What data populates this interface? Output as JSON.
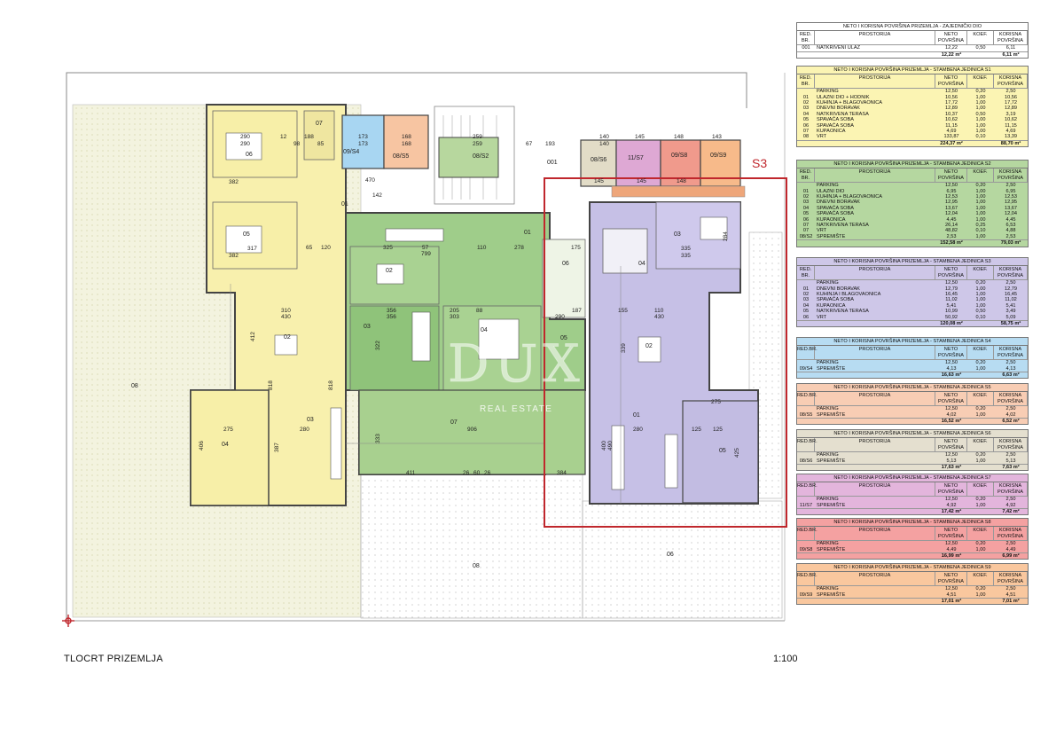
{
  "plan": {
    "title": "TLOCRT PRIZEMLJA",
    "scale": "1:100",
    "marker": "S3",
    "watermark": {
      "brand": "DUX",
      "subtitle": "REAL ESTATE"
    },
    "rooms": {
      "r06a": "06",
      "r05a": "05",
      "r07s": "07",
      "r09s4": "09/S4",
      "r08s5": "08/S5",
      "r08s2": "08/S2",
      "r001": "001",
      "r08s6": "08/S6",
      "r11s7": "11/S7",
      "r09s8": "09/S8",
      "r09s9": "09/S9",
      "r01a": "01",
      "r02a": "02",
      "r03a": "03",
      "r04a": "04",
      "r02b": "02",
      "r03b": "03",
      "r04b": "04",
      "r07b": "07",
      "r08a": "08",
      "r08b": "08",
      "r06b": "06",
      "r01b": "01",
      "r02c": "02",
      "r03c": "03",
      "r04c": "04",
      "r05c": "05",
      "r06c": "06",
      "r05d": "05"
    },
    "dims": {
      "d290a": "290",
      "d290b": "290",
      "d188": "188",
      "d85": "85",
      "d12a": "12",
      "d98": "98",
      "d173a": "173",
      "d173b": "173",
      "d168a": "168",
      "d168b": "168",
      "d259a": "259",
      "d259b": "259",
      "d67": "67",
      "d193": "193",
      "d140a": "140",
      "d140b": "140",
      "d145a": "145",
      "d148a": "148",
      "d143a": "143",
      "d382a": "382",
      "d470": "470",
      "d142": "142",
      "d317a": "317",
      "d382b": "382",
      "d65": "65",
      "d120a": "120",
      "d325": "325",
      "d57": "57",
      "d799": "799",
      "d110a": "110",
      "d278": "278",
      "d175a": "175",
      "d145b": "145",
      "d148b": "148",
      "d145c": "145",
      "d335a": "335",
      "d335b": "335",
      "d284": "284",
      "d310": "310",
      "d430a": "430",
      "d412": "412",
      "d356a": "356",
      "d356b": "356",
      "d205": "205",
      "d303": "303",
      "d88": "88",
      "d290c": "290",
      "d187": "187",
      "d155": "155",
      "d110b": "110",
      "d430b": "430",
      "d322": "322",
      "d339": "339",
      "d818a": "818",
      "d818b": "818",
      "d275a": "275",
      "d280a": "280",
      "d406": "406",
      "d387": "387",
      "d906": "906",
      "d333": "333",
      "d411": "411",
      "d384": "384",
      "d280b": "280",
      "d125a": "125",
      "d125b": "125",
      "d275b": "275",
      "d425": "425",
      "d400": "400",
      "d490": "490",
      "d26a": "26",
      "d60": "60",
      "d26b": "26"
    }
  },
  "tables": [
    {
      "title": "NETO I KORISNA POVRŠINA PRIZEMLJA - ZAJEDNIČKI DIO",
      "cols": [
        "RED. BR.",
        "PROSTORIJA",
        "NETO POVRŠINA",
        "KOEF.",
        "KORISNA POVRŠINA"
      ],
      "rows": [
        [
          "001",
          "NATKRIVENI ULAZ",
          "12,22",
          "0,50",
          "6,11"
        ]
      ],
      "total": [
        "12,22 m²",
        "6,11 m²"
      ],
      "color": "#ffffff"
    },
    {
      "title": "NETO I KORISNA POVRŠINA PRIZEMLJA - STAMBENA JEDINICA S1",
      "cols": [
        "RED. BR.",
        "PROSTORIJA",
        "NETO POVRŠINA",
        "KOEF.",
        "KORISNA POVRŠINA"
      ],
      "rows": [
        [
          "",
          "PARKING",
          "12,50",
          "0,20",
          "2,50"
        ],
        [
          "01",
          "ULAZNI DIO + HODNIK",
          "10,56",
          "1,00",
          "10,56"
        ],
        [
          "02",
          "KUHINJA + BLAGOVAONICA",
          "17,72",
          "1,00",
          "17,72"
        ],
        [
          "03",
          "DNEVNI BORAVAK",
          "12,89",
          "1,00",
          "12,89"
        ],
        [
          "04",
          "NATKRIVENA TERASA",
          "10,37",
          "0,50",
          "3,19"
        ],
        [
          "05",
          "SPAVAĆA SOBA",
          "10,62",
          "1,00",
          "10,62"
        ],
        [
          "06",
          "SPAVAĆA SOBA",
          "11,15",
          "1,00",
          "11,15"
        ],
        [
          "07",
          "KUPAONICA",
          "4,69",
          "1,00",
          "4,69"
        ],
        [
          "08",
          "VRT",
          "133,87",
          "0,10",
          "13,39"
        ]
      ],
      "total": [
        "224,37 m²",
        "88,70 m²"
      ],
      "color": "#fbf4b3"
    },
    {
      "title": "NETO I KORISNA POVRŠINA PRIZEMLJA - STAMBENA JEDINICA S2",
      "cols": [
        "RED. BR.",
        "PROSTORIJA",
        "NETO POVRŠINA",
        "KOEF.",
        "KORISNA POVRŠINA"
      ],
      "rows": [
        [
          "",
          "PARKING",
          "12,50",
          "0,20",
          "2,50"
        ],
        [
          "01",
          "ULAZNI DIO",
          "6,95",
          "1,00",
          "6,95"
        ],
        [
          "02",
          "KUHINJA + BLAGOVAONICA",
          "12,53",
          "1,00",
          "12,53"
        ],
        [
          "03",
          "DNEVNI BORAVAK",
          "12,95",
          "1,00",
          "12,95"
        ],
        [
          "04",
          "SPAVAĆA SOBA",
          "13,67",
          "1,00",
          "13,67"
        ],
        [
          "05",
          "SPAVAĆA SOBA",
          "12,04",
          "1,00",
          "12,04"
        ],
        [
          "06",
          "KUPAONICA",
          "4,45",
          "1,00",
          "4,45"
        ],
        [
          "07",
          "NATKRIVENA TERASA",
          "26,14",
          "0,25",
          "6,53"
        ],
        [
          "07",
          "VRT",
          "48,82",
          "0,10",
          "4,88"
        ],
        [
          "08/S2",
          "SPREMIŠTE",
          "2,53",
          "1,00",
          "2,53"
        ]
      ],
      "total": [
        "152,58 m²",
        "79,03 m²"
      ],
      "color": "#b5d7a0"
    },
    {
      "title": "NETO I KORISNA POVRŠINA PRIZEMLJA - STAMBENA JEDINICA S3",
      "cols": [
        "RED. BR.",
        "PROSTORIJA",
        "NETO POVRŠINA",
        "KOEF.",
        "KORISNA POVRŠINA"
      ],
      "rows": [
        [
          "",
          "PARKING",
          "12,50",
          "0,20",
          "2,50"
        ],
        [
          "01",
          "DNEVNI BORAVAK",
          "12,79",
          "1,00",
          "12,79"
        ],
        [
          "02",
          "KUHINJA I BLAGOVAONICA",
          "16,45",
          "1,00",
          "16,45"
        ],
        [
          "03",
          "SPAVAĆA SOBA",
          "11,02",
          "1,00",
          "11,02"
        ],
        [
          "04",
          "KUPAONICA",
          "5,41",
          "1,00",
          "5,41"
        ],
        [
          "05",
          "NATKRIVENA TERASA",
          "10,99",
          "0,50",
          "3,49"
        ],
        [
          "06",
          "VRT",
          "50,92",
          "0,10",
          "5,09"
        ]
      ],
      "total": [
        "120,08 m²",
        "58,75 m²"
      ],
      "color": "#cec7e8"
    },
    {
      "title": "NETO I KORISNA POVRŠINA PRIZEMLJA - STAMBENA JEDINICA S4",
      "cols": [
        "RED.BR.",
        "PROSTORIJA",
        "NETO POVRŠINA",
        "KOEF.",
        "KORISNA POVRŠINA"
      ],
      "rows": [
        [
          "",
          "PARKING",
          "12,50",
          "0,20",
          "2,50"
        ],
        [
          "09/S4",
          "SPREMIŠTE",
          "4,13",
          "1,00",
          "4,13"
        ]
      ],
      "total": [
        "16,63 m²",
        "6,63 m²"
      ],
      "color": "#b7dcf2"
    },
    {
      "title": "NETO I KORISNA POVRŠINA PRIZEMLJA - STAMBENA JEDINICA S5",
      "cols": [
        "RED.BR.",
        "PROSTORIJA",
        "NETO POVRŠINA",
        "KOEF.",
        "KORISNA POVRŠINA"
      ],
      "rows": [
        [
          "",
          "PARKING",
          "12,50",
          "0,20",
          "2,50"
        ],
        [
          "08/S5",
          "SPREMIŠTE",
          "4,02",
          "1,00",
          "4,02"
        ]
      ],
      "total": [
        "16,52 m²",
        "6,52 m²"
      ],
      "color": "#f8cdb4"
    },
    {
      "title": "NETO I KORISNA POVRŠINA PRIZEMLJA - STAMBENA JEDINICA S6",
      "cols": [
        "RED.BR.",
        "PROSTORIJA",
        "NETO POVRŠINA",
        "KOEF.",
        "KORISNA POVRŠINA"
      ],
      "rows": [
        [
          "",
          "PARKING",
          "12,50",
          "0,20",
          "2,50"
        ],
        [
          "08/S6",
          "SPREMIŠTE",
          "5,13",
          "1,00",
          "5,13"
        ]
      ],
      "total": [
        "17,63 m²",
        "7,63 m²"
      ],
      "color": "#e4dfcf"
    },
    {
      "title": "NETO I KORISNA POVRŠINA PRIZEMLJA - STAMBENA JEDINICA S7",
      "cols": [
        "RED.BR.",
        "PROSTORIJA",
        "NETO POVRŠINA",
        "KOEF.",
        "KORISNA POVRŠINA"
      ],
      "rows": [
        [
          "",
          "PARKING",
          "12,50",
          "0,20",
          "2,50"
        ],
        [
          "11/S7",
          "SPREMIŠTE",
          "4,92",
          "1,00",
          "4,92"
        ]
      ],
      "total": [
        "17,42 m²",
        "7,42 m²"
      ],
      "color": "#e3b5dc"
    },
    {
      "title": "NETO I KORISNA POVRŠINA PRIZEMLJA - STAMBENA JEDINICA S8",
      "cols": [
        "RED.BR.",
        "PROSTORIJA",
        "NETO POVRŠINA",
        "KOEF.",
        "KORISNA POVRŠINA"
      ],
      "rows": [
        [
          "",
          "PARKING",
          "12,50",
          "0,20",
          "2,50"
        ],
        [
          "09/S8",
          "SPREMIŠTE",
          "4,49",
          "1,00",
          "4,49"
        ]
      ],
      "total": [
        "16,99 m²",
        "6,99 m²"
      ],
      "color": "#f4a1a1"
    },
    {
      "title": "NETO I KORISNA POVRŠINA PRIZEMLJA - STAMBENA JEDINICA S9",
      "cols": [
        "RED.BR.",
        "PROSTORIJA",
        "NETO POVRŠINA",
        "KOEF.",
        "KORISNA POVRŠINA"
      ],
      "rows": [
        [
          "",
          "PARKING",
          "12,50",
          "0,20",
          "2,50"
        ],
        [
          "09/S9",
          "SPREMIŠTE",
          "4,51",
          "1,00",
          "4,51"
        ]
      ],
      "total": [
        "17,01 m²",
        "7,01 m²"
      ],
      "color": "#f9c79e"
    }
  ]
}
